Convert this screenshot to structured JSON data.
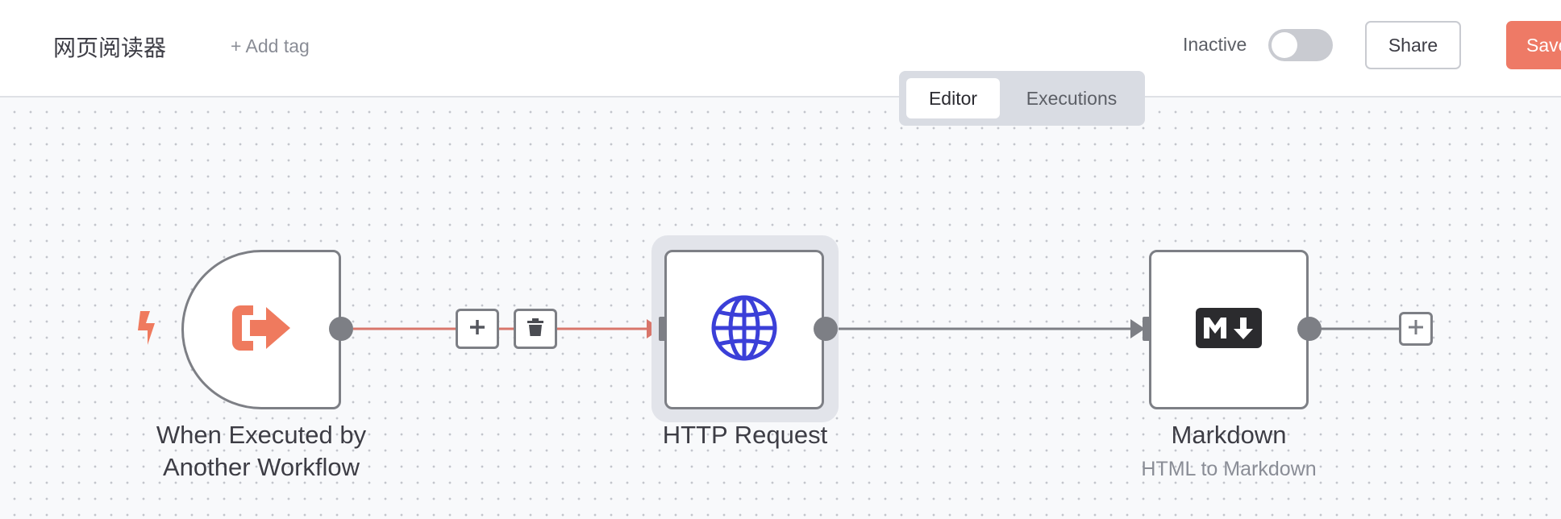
{
  "header": {
    "workflow_name": "网页阅读器",
    "add_tag_label": "+ Add tag",
    "status_label": "Inactive",
    "active": false,
    "share_label": "Share",
    "save_label": "Save"
  },
  "tabs": [
    {
      "label": "Editor",
      "selected": true
    },
    {
      "label": "Executions",
      "selected": false
    }
  ],
  "nodes": [
    {
      "title_line1": "When Executed by",
      "title_line2": "Another Workflow",
      "icon": "sign-out-arrow-icon",
      "trigger": true
    },
    {
      "title": "HTTP Request",
      "icon": "globe-icon",
      "selected": true
    },
    {
      "title": "Markdown",
      "subtitle": "HTML to Markdown",
      "icon": "markdown-icon"
    }
  ],
  "colors": {
    "accent": "#ee7a66",
    "trigger_icon": "#ef7a5e",
    "globe": "#3b3fd8",
    "connection_active": "#d9766b",
    "connection": "#7d7f85"
  }
}
